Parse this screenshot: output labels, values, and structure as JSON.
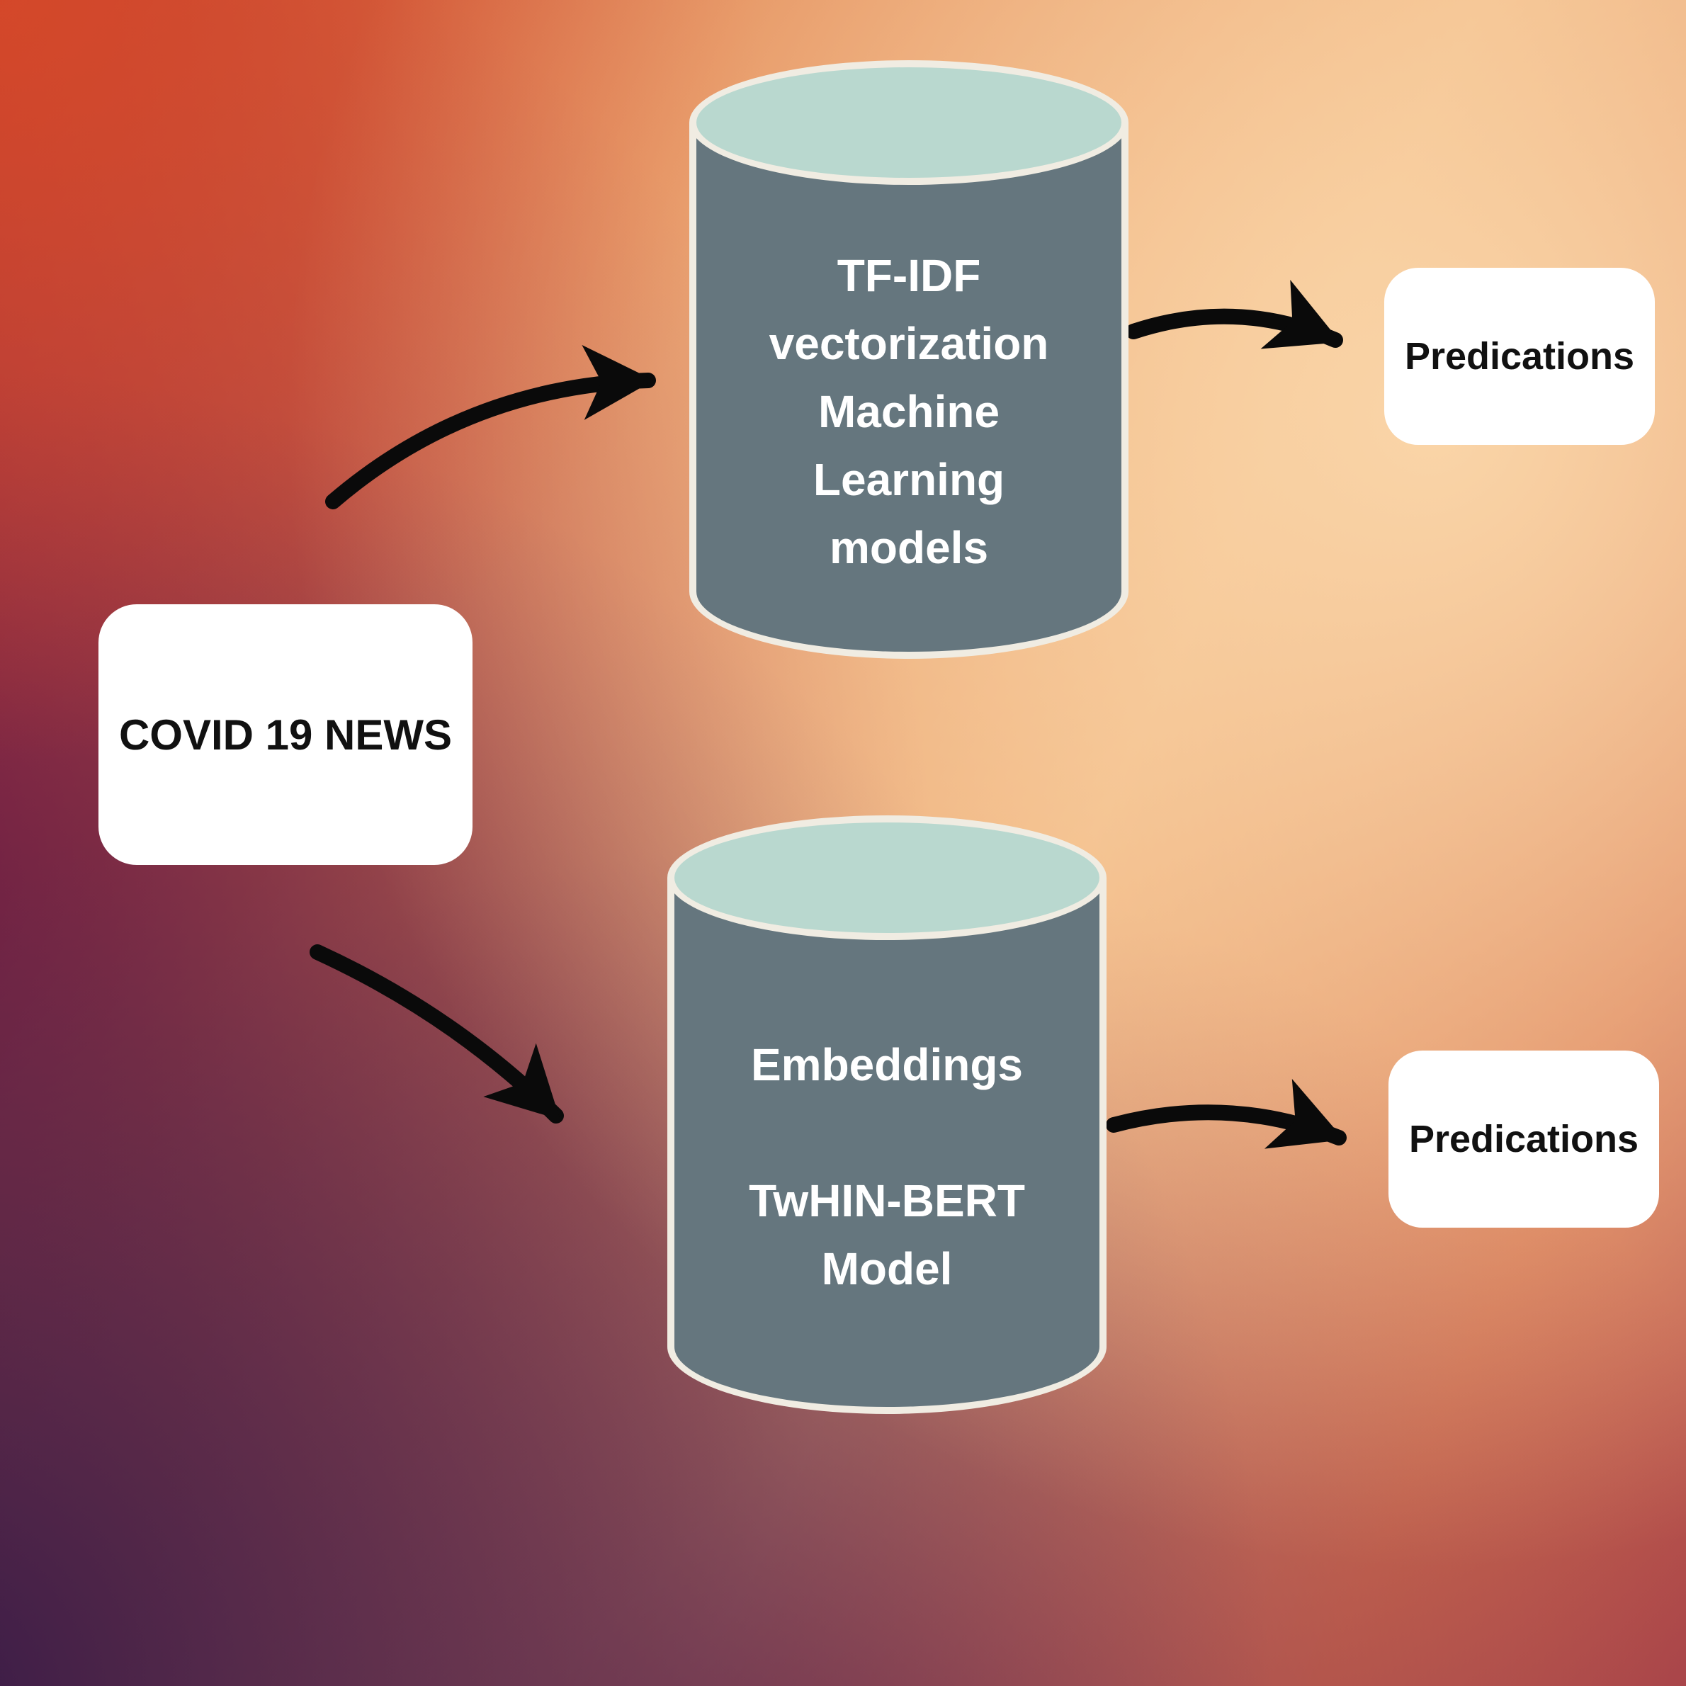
{
  "diagram": {
    "source_box": {
      "label": "COVID 19 NEWS"
    },
    "top_cylinder": {
      "lines": [
        "TF-IDF",
        "vectorization",
        "Machine",
        "Learning",
        "models"
      ]
    },
    "bottom_cylinder": {
      "lines": [
        "Embeddings",
        "",
        "TwHIN-BERT",
        "Model"
      ]
    },
    "top_output_box": {
      "label": "Predications"
    },
    "bottom_output_box": {
      "label": "Predications"
    },
    "colors": {
      "cylinder_body": "#65767E",
      "cylinder_cap": "#B9D8CF",
      "cylinder_outline": "#F0ECE2",
      "box_background": "#FFFFFF",
      "box_text": "#111111",
      "cylinder_text": "#FFFFFF",
      "arrow": "#0A0A0A",
      "background_peach": "#FAD5A8",
      "background_orange": "#E98E57",
      "background_maroon": "#8E2547",
      "background_purple": "#3A1D4C"
    }
  }
}
